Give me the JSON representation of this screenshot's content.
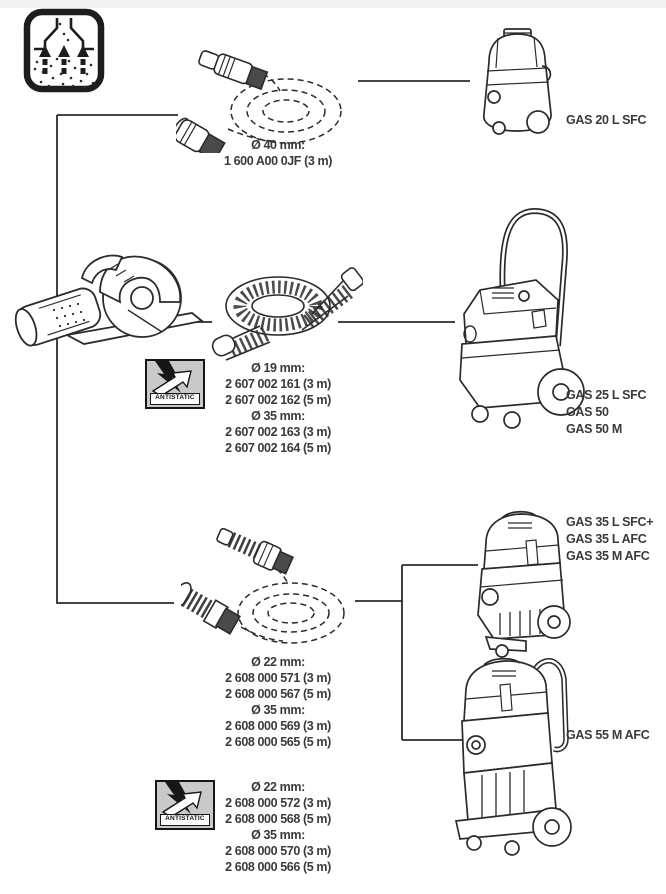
{
  "page": {
    "background": "#ffffff",
    "text_color": "#3a3a3a",
    "line_color": "#2b2b2b",
    "antistatic_gray": "#c9c9c9"
  },
  "badges": {
    "extraction_icon": "dust-extraction-icon",
    "antistatic_icon": "antistatic-icon",
    "antistatic_text": "ANTISTATIC"
  },
  "connections": {
    "top": {
      "hose_spec": [
        "Ø 40 mm:",
        "1 600 A00 0JF (3 m)"
      ],
      "vacuums": [
        "GAS 20 L SFC"
      ]
    },
    "middle": {
      "hose_spec": [
        "Ø 19 mm:",
        "2 607 002 161 (3 m)",
        "2 607 002 162 (5 m)",
        "Ø 35 mm:",
        "2 607 002 163 (3 m)",
        "2 607 002 164 (5 m)"
      ],
      "vacuums": [
        "GAS 25 L SFC",
        "GAS 50",
        "GAS 50 M"
      ]
    },
    "bottom": {
      "hose_spec": [
        "Ø 22 mm:",
        "2 608 000 571 (3 m)",
        "2 608 000 567 (5 m)",
        "Ø 35 mm:",
        "2 608 000 569 (3 m)",
        "2 608 000 565 (5 m)"
      ],
      "hose_spec_antistatic": [
        "Ø 22 mm:",
        "2 608 000 572 (3 m)",
        "2 608 000 568 (5 m)",
        "Ø 35 mm:",
        "2 608 000 570 (3 m)",
        "2 608 000 566 (5 m)"
      ],
      "vacuums_gas35": [
        "GAS 35 L SFC+",
        "GAS 35 L AFC",
        "GAS 35 M AFC"
      ],
      "vacuums_gas55": [
        "GAS 55 M AFC"
      ]
    }
  }
}
